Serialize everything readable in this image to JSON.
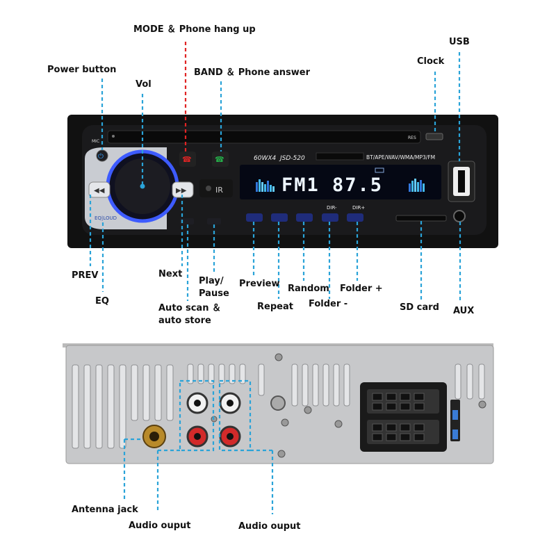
{
  "front_unit": {
    "labels": {
      "mode": "MODE ＆ Phone hang up",
      "band": "BAND ＆ Phone answer",
      "power": "Power button",
      "vol": "Vol",
      "clock": "Clock",
      "usb": "USB",
      "prev": "PREV",
      "eq": "EQ",
      "next": "Next",
      "play_pause_1": "Play/",
      "play_pause_2": "Pause",
      "preview": "Preview",
      "random": "Random",
      "folder_plus": "Folder +",
      "auto_scan_1": "Auto scan ＆",
      "auto_scan_2": "auto store",
      "repeat": "Repeat",
      "folder_minus": "Folder -",
      "sd_card": "SD card",
      "aux": "AUX"
    },
    "panel_text": {
      "mic": "MIC",
      "res": "RES",
      "power_rating": "60WX4",
      "model": "JSD-520",
      "formats": "BT/APE/WAV/WMA/MP3/FM",
      "display": "FM1 87.5",
      "eq_loud": "EQ|LOUD",
      "ir": "IR",
      "dir_minus": "DIR-",
      "dir_plus": "DIR+"
    }
  },
  "rear_unit": {
    "labels": {
      "antenna": "Antenna jack",
      "audio_out_1": "Audio ouput",
      "audio_out_2": "Audio ouput"
    }
  },
  "colors": {
    "leader": "#2aa3d8",
    "leader_red": "#e02424",
    "panel": "#111111",
    "knob_ring": "#3d5bff",
    "lcd_text": "#eef6ff"
  }
}
